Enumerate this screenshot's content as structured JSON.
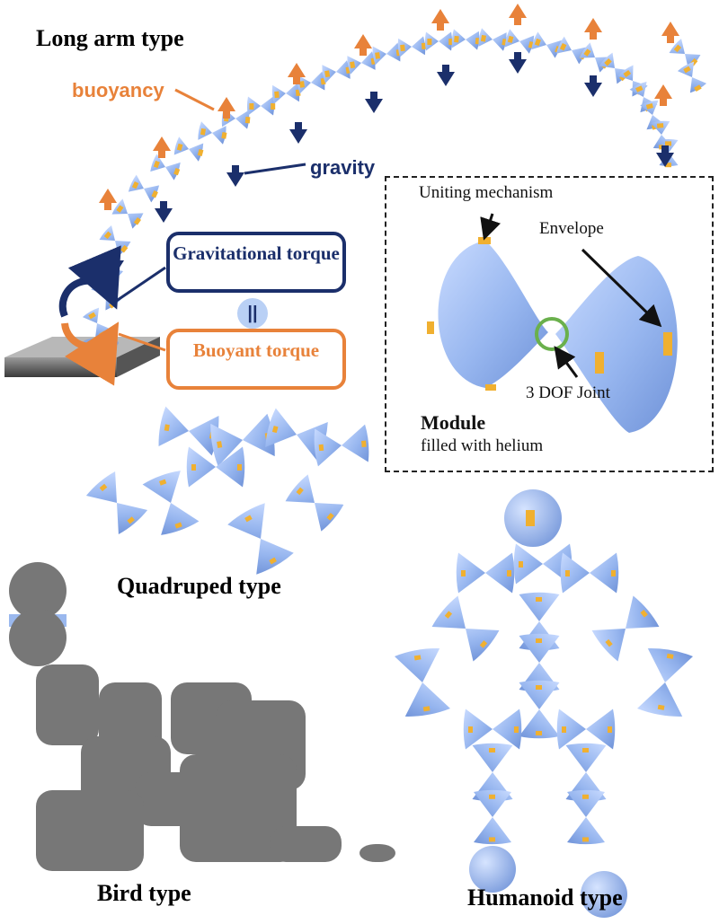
{
  "long_arm": {
    "title": "Long arm type",
    "buoyancy_label": "buoyancy",
    "gravity_label": "gravity",
    "gravitational_torque_label": "Gravitational torque",
    "equals_symbol": "||",
    "buoyant_torque_label": "Buoyant torque"
  },
  "inset": {
    "uniting_label": "Uniting mechanism",
    "envelope_label": "Envelope",
    "joint_label": "3 DOF Joint",
    "module_title": "Module",
    "module_subtitle": "filled with helium"
  },
  "types": {
    "quadruped": "Quadruped type",
    "bird": "Bird type",
    "humanoid": "Humanoid type"
  },
  "colors": {
    "module_blue": "#9ab8ee",
    "buoyancy_orange": "#e8823a",
    "gravity_navy": "#1b2f6b",
    "mechanism_yellow": "#f0b030",
    "silhouette_gray": "#777777"
  }
}
